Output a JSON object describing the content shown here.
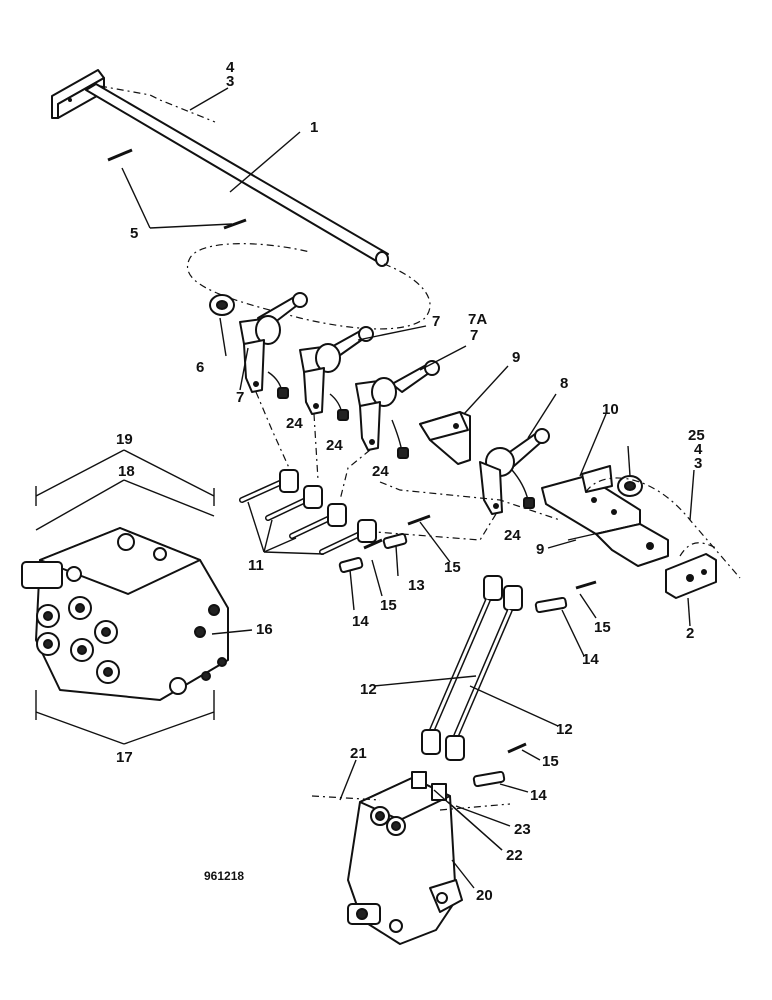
{
  "drawing_number": "961218",
  "callouts": [
    "1",
    "2",
    "3",
    "4",
    "5",
    "6",
    "7",
    "7A",
    "8",
    "9",
    "10",
    "11",
    "12",
    "13",
    "14",
    "15",
    "16",
    "17",
    "18",
    "19",
    "20",
    "21",
    "22",
    "23",
    "24",
    "25"
  ]
}
